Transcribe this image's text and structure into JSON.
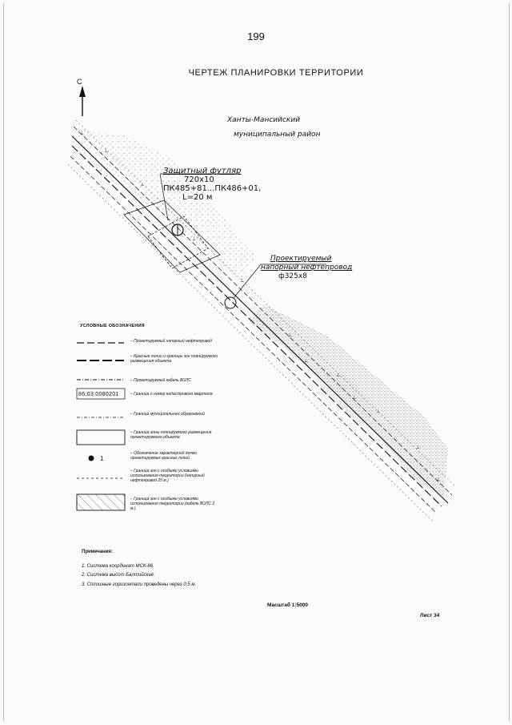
{
  "page_number": "199",
  "title": "ЧЕРТЕЖ ПЛАНИРОВКИ ТЕРРИТОРИИ",
  "north_label": "С",
  "region_label": [
    "Ханты-Мансийский",
    "муниципальный район"
  ],
  "sleeve_callout": {
    "title": "Защитный футляр",
    "lines": [
      "720x10",
      "ПК485+81...ПК486+01,",
      "L=20  м"
    ]
  },
  "pipeline_callout": {
    "title": "Проектируемый",
    "line2": "напорный нефтепровод",
    "line3": "ф325х8"
  },
  "legend": {
    "title": "УСЛОВНЫЕ ОБОЗНАЧЕНИЯ",
    "items": [
      {
        "symbol": "dash-line",
        "text": "– Проектируемый напорный нефтепровод"
      },
      {
        "symbol": "bold-dash-line",
        "text": "– Красные линии и границы зон планируемого размещения объекта"
      },
      {
        "symbol": "cable-line",
        "text": "– Проектируемый кабель ВОЛС"
      },
      {
        "symbol": "cadastral-box",
        "text": "– Граница и номер кадастрового квартала"
      },
      {
        "symbol": "dash-dot-line",
        "text": "– Граница муниципальных образований"
      },
      {
        "symbol": "rect",
        "text": "– Граница зоны планируемого размещения проектируемого объекта"
      },
      {
        "symbol": "dot",
        "text": "– Обозначение характерной точки проектируемых красных линий"
      },
      {
        "symbol": "short-dash-line",
        "text": "– Граница зон с особыми условиями использования территории (напорный нефтепровод 25 м.)"
      },
      {
        "symbol": "hatched-rect",
        "text": "– Граница зон с особыми условиями использования территории (кабель ВОЛС 2 м.)"
      }
    ],
    "cadastral_code": "86:03:0080201",
    "point_number": "1"
  },
  "notes": {
    "title": "Примечания:",
    "items": [
      "1. Система координат МСК-86.",
      "2. Система высот Балтийская.",
      "3. Сплошные горизонтали проведены через 0,5 м."
    ]
  },
  "scale": "Масштаб 1:5000",
  "sheet": "Лист 34",
  "colors": {
    "ink": "#111111",
    "paper": "#fbfbf8",
    "stipple": "#7a7a7a"
  }
}
